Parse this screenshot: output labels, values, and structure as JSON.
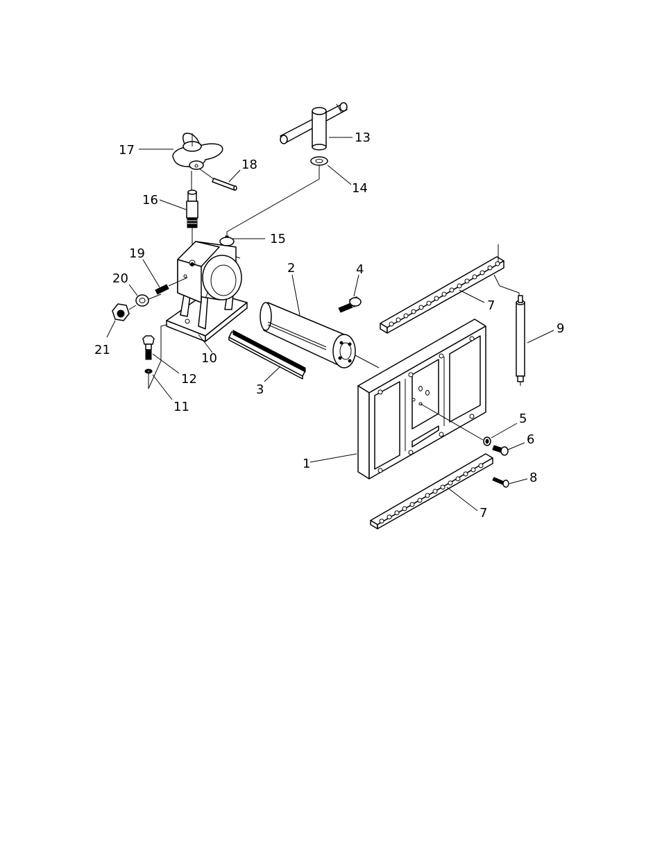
{
  "callouts": [
    {
      "id": "1",
      "label": "1"
    },
    {
      "id": "2",
      "label": "2"
    },
    {
      "id": "3",
      "label": "3"
    },
    {
      "id": "4",
      "label": "4"
    },
    {
      "id": "5",
      "label": "5"
    },
    {
      "id": "6",
      "label": "6"
    },
    {
      "id": "7a",
      "label": "7"
    },
    {
      "id": "7b",
      "label": "7"
    },
    {
      "id": "8",
      "label": "8"
    },
    {
      "id": "9",
      "label": "9"
    },
    {
      "id": "10",
      "label": "10"
    },
    {
      "id": "11",
      "label": "11"
    },
    {
      "id": "12",
      "label": "12"
    },
    {
      "id": "13",
      "label": "13"
    },
    {
      "id": "14",
      "label": "14"
    },
    {
      "id": "15",
      "label": "15"
    },
    {
      "id": "16",
      "label": "16"
    },
    {
      "id": "17",
      "label": "17"
    },
    {
      "id": "18",
      "label": "18"
    },
    {
      "id": "19",
      "label": "19"
    },
    {
      "id": "20",
      "label": "20"
    },
    {
      "id": "21",
      "label": "21"
    }
  ]
}
